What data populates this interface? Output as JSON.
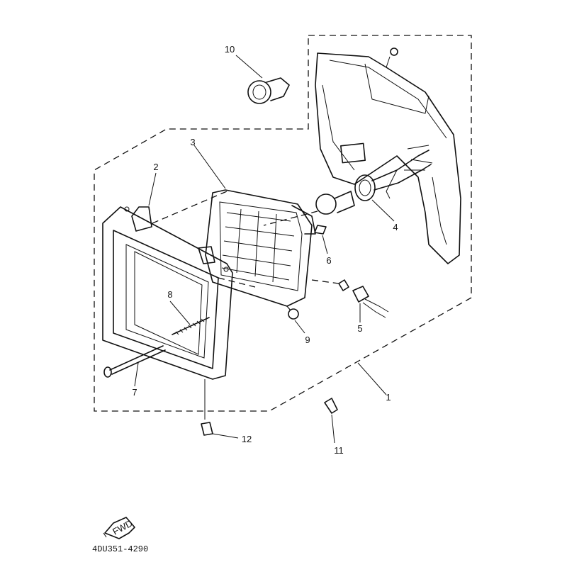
{
  "diagram": {
    "callouts": [
      "1",
      "2",
      "3",
      "4",
      "5",
      "6",
      "7",
      "8",
      "9",
      "10",
      "11",
      "12"
    ],
    "footer": {
      "fwd_marker": "FWD",
      "drawing_code": "4DU351-4290"
    }
  }
}
